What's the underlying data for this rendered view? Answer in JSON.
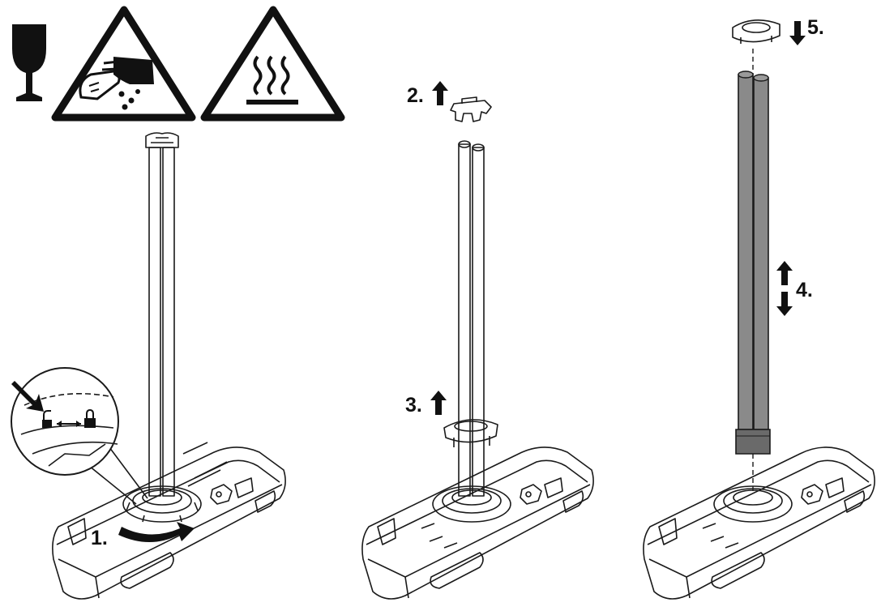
{
  "steps": {
    "s1": "1.",
    "s2": "2.",
    "s3": "3.",
    "s4": "4.",
    "s5": "5."
  },
  "icons": [
    "fragile-glass-icon",
    "corrosive-warning-icon",
    "hot-surface-warning-icon",
    "unlock-icon",
    "lock-icon"
  ],
  "colors": {
    "line": "#1a1a1a",
    "panel_white": "#ffffff",
    "lamp_grey": "#8a8a8a",
    "lamp_grey_dark": "#6a6a6a",
    "warning_fill": "#111111"
  }
}
